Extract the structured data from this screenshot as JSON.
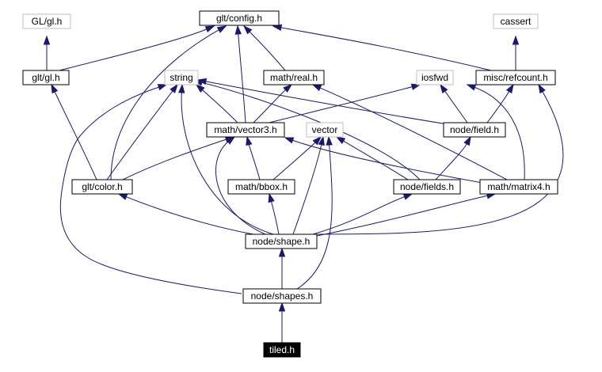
{
  "diagram": {
    "colors": {
      "edge": "#191970",
      "normal_border": "#000000",
      "external_border": "#bfbfbf",
      "root_fill": "#000000",
      "root_text": "#ffffff",
      "text": "#000000"
    },
    "nodes": [
      {
        "id": "gl_gl",
        "label": "GL/gl.h",
        "kind": "external"
      },
      {
        "id": "glt_config",
        "label": "glt/config.h",
        "kind": "normal"
      },
      {
        "id": "cassert",
        "label": "cassert",
        "kind": "external"
      },
      {
        "id": "glt_gl",
        "label": "glt/gl.h",
        "kind": "normal"
      },
      {
        "id": "string",
        "label": "string",
        "kind": "external"
      },
      {
        "id": "math_real",
        "label": "math/real.h",
        "kind": "normal"
      },
      {
        "id": "iosfwd",
        "label": "iosfwd",
        "kind": "external"
      },
      {
        "id": "misc_refcount",
        "label": "misc/refcount.h",
        "kind": "normal"
      },
      {
        "id": "math_vector3",
        "label": "math/vector3.h",
        "kind": "normal"
      },
      {
        "id": "vector",
        "label": "vector",
        "kind": "external"
      },
      {
        "id": "node_field",
        "label": "node/field.h",
        "kind": "normal"
      },
      {
        "id": "glt_color",
        "label": "glt/color.h",
        "kind": "normal"
      },
      {
        "id": "math_bbox",
        "label": "math/bbox.h",
        "kind": "normal"
      },
      {
        "id": "node_fields",
        "label": "node/fields.h",
        "kind": "normal"
      },
      {
        "id": "math_matrix4",
        "label": "math/matrix4.h",
        "kind": "normal"
      },
      {
        "id": "node_shape",
        "label": "node/shape.h",
        "kind": "normal"
      },
      {
        "id": "node_shapes",
        "label": "node/shapes.h",
        "kind": "normal"
      },
      {
        "id": "tiled",
        "label": "tiled.h",
        "kind": "root"
      }
    ],
    "edges": [
      {
        "from": "glt_gl",
        "to": "gl_gl"
      },
      {
        "from": "glt_gl",
        "to": "glt_config"
      },
      {
        "from": "misc_refcount",
        "to": "cassert"
      },
      {
        "from": "misc_refcount",
        "to": "glt_config"
      },
      {
        "from": "math_real",
        "to": "glt_config"
      },
      {
        "from": "math_vector3",
        "to": "glt_config"
      },
      {
        "from": "glt_color",
        "to": "glt_config"
      },
      {
        "from": "math_vector3",
        "to": "string"
      },
      {
        "from": "math_vector3",
        "to": "math_real"
      },
      {
        "from": "math_vector3",
        "to": "iosfwd"
      },
      {
        "from": "node_field",
        "to": "string"
      },
      {
        "from": "node_field",
        "to": "iosfwd"
      },
      {
        "from": "node_field",
        "to": "misc_refcount"
      },
      {
        "from": "glt_color",
        "to": "glt_gl"
      },
      {
        "from": "glt_color",
        "to": "string"
      },
      {
        "from": "glt_color",
        "to": "math_vector3"
      },
      {
        "from": "math_bbox",
        "to": "math_vector3"
      },
      {
        "from": "math_bbox",
        "to": "vector"
      },
      {
        "from": "node_fields",
        "to": "string"
      },
      {
        "from": "node_fields",
        "to": "vector"
      },
      {
        "from": "node_fields",
        "to": "node_field"
      },
      {
        "from": "math_matrix4",
        "to": "math_vector3"
      },
      {
        "from": "math_matrix4",
        "to": "math_real"
      },
      {
        "from": "math_matrix4",
        "to": "iosfwd"
      },
      {
        "from": "node_shape",
        "to": "string"
      },
      {
        "from": "node_shape",
        "to": "math_vector3"
      },
      {
        "from": "node_shape",
        "to": "vector"
      },
      {
        "from": "node_shape",
        "to": "glt_color"
      },
      {
        "from": "node_shape",
        "to": "math_bbox"
      },
      {
        "from": "node_shape",
        "to": "node_fields"
      },
      {
        "from": "node_shape",
        "to": "math_matrix4"
      },
      {
        "from": "node_shape",
        "to": "misc_refcount"
      },
      {
        "from": "node_shapes",
        "to": "node_shape"
      },
      {
        "from": "node_shapes",
        "to": "string"
      },
      {
        "from": "node_shapes",
        "to": "vector"
      },
      {
        "from": "tiled",
        "to": "node_shapes"
      }
    ]
  }
}
